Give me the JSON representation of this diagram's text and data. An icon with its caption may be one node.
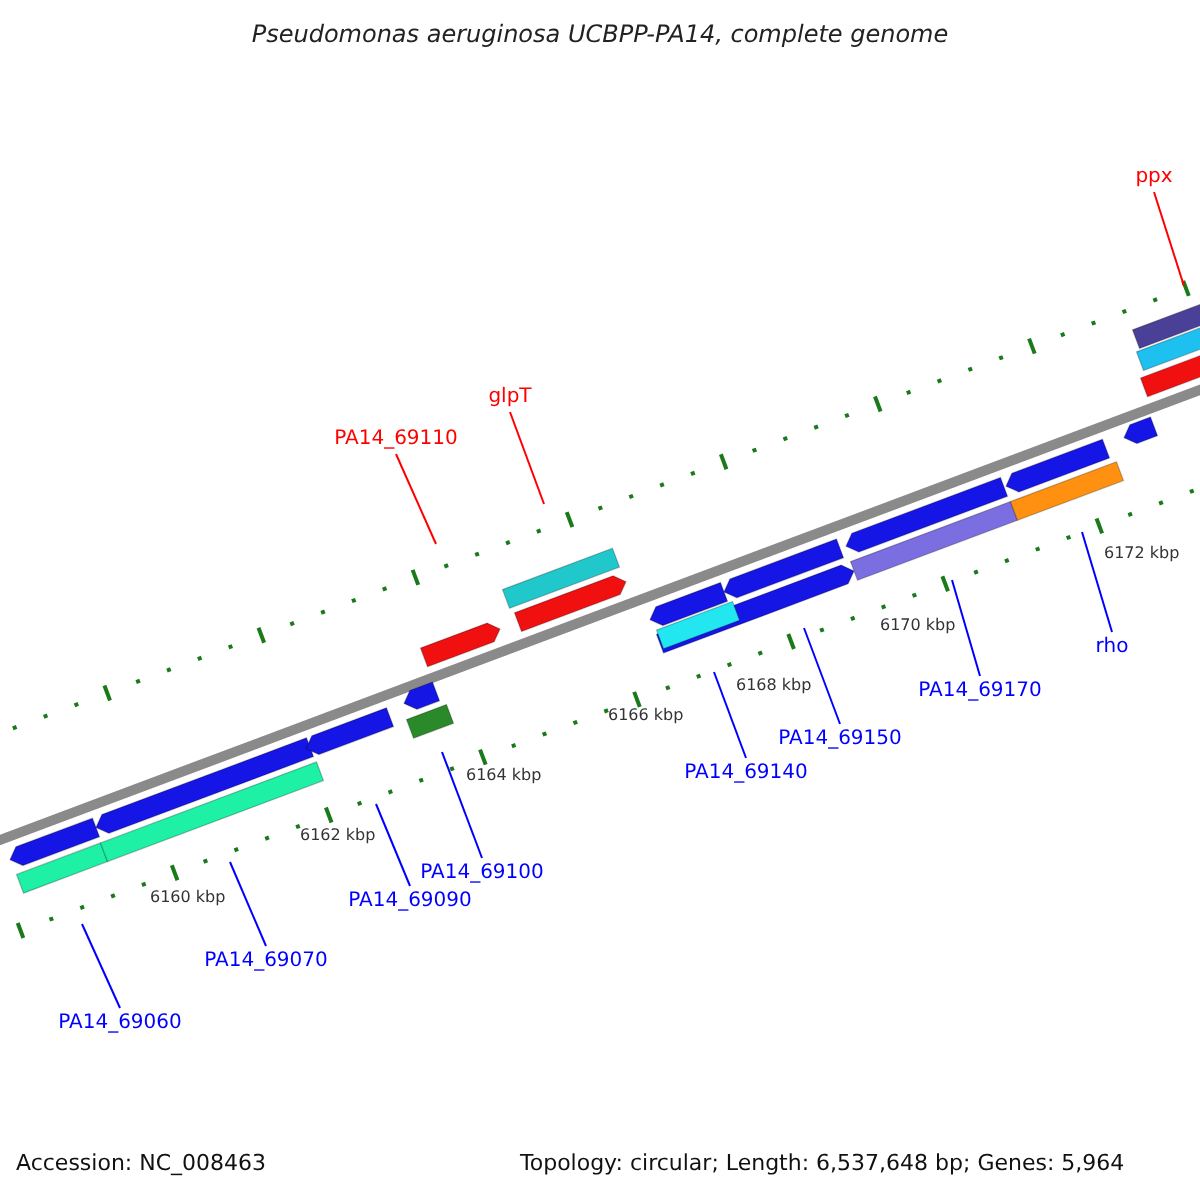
{
  "diagram": {
    "title": "Pseudomonas aeruginosa UCBPP-PA14, complete genome",
    "nodes": [
      {
        "text": [
          "PA14_69110"
        ]
      },
      {
        "text": [
          "glpT"
        ]
      },
      {
        "text": [
          "ppx"
        ]
      },
      {
        "text": [
          "PA14_69060"
        ]
      },
      {
        "text": [
          "PA14_69070"
        ]
      },
      {
        "text": [
          "PA14_69090"
        ]
      },
      {
        "text": [
          "PA14_69100"
        ]
      },
      {
        "text": [
          "PA14_69140"
        ]
      },
      {
        "text": [
          "PA14_69150"
        ]
      },
      {
        "text": [
          "PA14_69170"
        ]
      },
      {
        "text": [
          "rho"
        ]
      }
    ],
    "edges": [
      {
        "from": 0,
        "to": null,
        "arrow": "none",
        "color": "#ff0000"
      },
      {
        "from": 1,
        "to": null,
        "arrow": "none",
        "color": "#ff0000"
      },
      {
        "from": 2,
        "to": null,
        "arrow": "none",
        "color": "#ff0000"
      },
      {
        "from": 3,
        "to": null,
        "arrow": "none"
      },
      {
        "from": 4,
        "to": null,
        "arrow": "none"
      },
      {
        "from": 5,
        "to": null,
        "arrow": "none"
      },
      {
        "from": 6,
        "to": null,
        "arrow": "none"
      },
      {
        "from": 7,
        "to": null,
        "arrow": "none"
      },
      {
        "from": 8,
        "to": null,
        "arrow": "none"
      },
      {
        "from": 9,
        "to": null,
        "arrow": "none"
      },
      {
        "from": 10,
        "to": null,
        "arrow": "none"
      }
    ],
    "labels": [
      "6160 kbp",
      "6162 kbp",
      "6164 kbp",
      "6166 kbp",
      "6168 kbp",
      "6170 kbp",
      "6172 kbp",
      "Accession: NC_008463",
      "Topology: circular; Length: 6,537,648 bp; Genes: 5,964"
    ]
  }
}
